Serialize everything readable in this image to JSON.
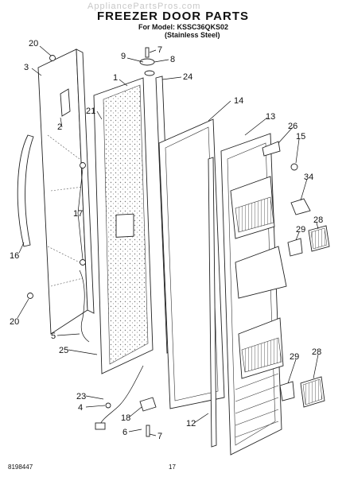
{
  "header": {
    "watermark": "AppliancePartsPros.com",
    "title": "FREEZER DOOR PARTS",
    "model_line": "For Model: KSSC36QKS02",
    "finish_line": "(Stainless Steel)"
  },
  "footer": {
    "doc_number": "8198447",
    "page_number": "17"
  },
  "callouts": [
    "20",
    "3",
    "2",
    "9",
    "7",
    "8",
    "1",
    "24",
    "21",
    "14",
    "13",
    "26",
    "15",
    "34",
    "28",
    "29",
    "17",
    "16",
    "20",
    "5",
    "25",
    "29",
    "28",
    "23",
    "4",
    "18",
    "6",
    "7",
    "12"
  ]
}
